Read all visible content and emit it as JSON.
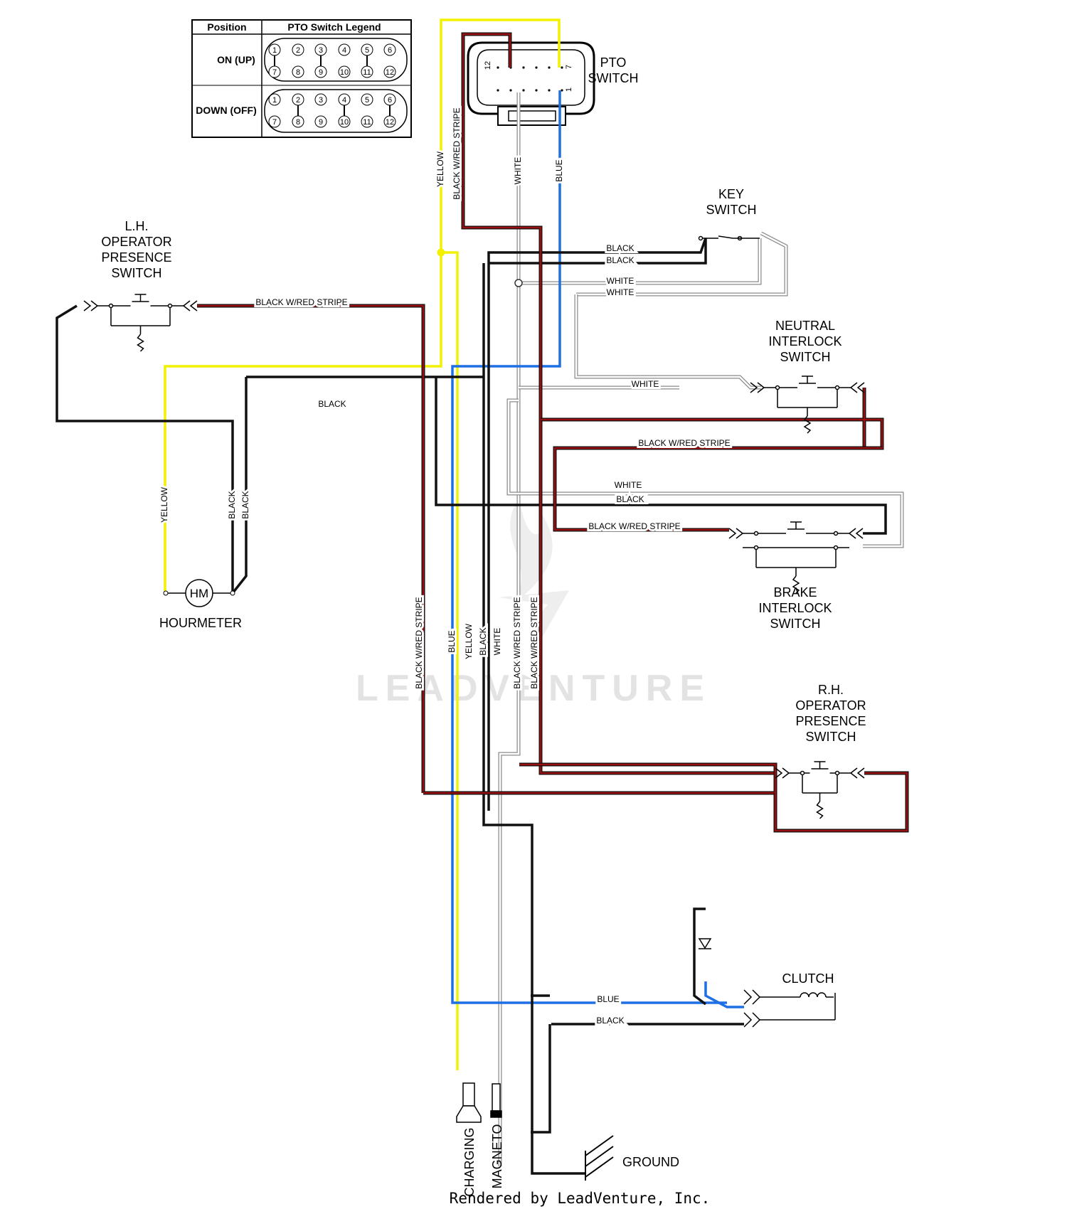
{
  "colors": {
    "black": "#111111",
    "red_stripe": "#9a1010",
    "yellow": "#f2f200",
    "blue": "#1f6fe5",
    "white_wire": "#8a8a8a"
  },
  "legend": {
    "position_header": "Position",
    "title": "PTO Switch Legend",
    "on_label": "ON (UP)",
    "off_label": "DOWN (OFF)",
    "pins_top": [
      "1",
      "2",
      "3",
      "4",
      "5",
      "6"
    ],
    "pins_bottom": [
      "7",
      "8",
      "9",
      "10",
      "11",
      "12"
    ]
  },
  "components": {
    "pto_switch": [
      "PTO",
      "SWITCH"
    ],
    "key_switch": [
      "KEY",
      "SWITCH"
    ],
    "lh_operator": [
      "L.H.",
      "OPERATOR",
      "PRESENCE",
      "SWITCH"
    ],
    "neutral_interlock": [
      "NEUTRAL",
      "INTERLOCK",
      "SWITCH"
    ],
    "brake_interlock": [
      "BRAKE",
      "INTERLOCK",
      "SWITCH"
    ],
    "rh_operator": [
      "R.H.",
      "OPERATOR",
      "PRESENCE",
      "SWITCH"
    ],
    "hourmeter_symbol": "HM",
    "hourmeter": "HOURMETER",
    "clutch": "CLUTCH",
    "ground": "GROUND",
    "charging": "CHARGING",
    "magneto": "MAGNETO",
    "pto_pin_12": "12",
    "pto_pin_7": "7",
    "pto_pin_1": "1"
  },
  "wire_labels": {
    "yellow_pto": "YELLOW",
    "bwr_pto": "BLACK W/RED STRIPE",
    "white_pto": "WHITE",
    "blue_pto": "BLUE",
    "black_key_1": "BLACK",
    "black_key_2": "BLACK",
    "white_key_1": "WHITE",
    "white_key_2": "WHITE",
    "bwr_lh": "BLACK W/RED STRIPE",
    "black_lh": "BLACK",
    "white_neutral": "WHITE",
    "bwr_neutral": "BLACK W/RED STRIPE",
    "white_brake": "WHITE",
    "black_brake": "BLACK",
    "bwr_brake": "BLACK W/RED STRIPE",
    "yellow_hm": "YELLOW",
    "black_hm_1": "BLACK",
    "black_hm_2": "BLACK",
    "trunk_bwr": "BLACK W/RED STRIPE",
    "trunk_blue": "BLUE",
    "trunk_yellow": "YELLOW",
    "trunk_black": "BLACK",
    "trunk_white": "WHITE",
    "trunk_bwr_2": "BLACK W/RED STRIPE",
    "trunk_bwr_3": "BLACK W/RED STRIPE",
    "blue_clutch": "BLUE",
    "black_clutch": "BLACK"
  },
  "watermark": "LEADVENTURE",
  "footer": "Rendered by LeadVenture, Inc."
}
